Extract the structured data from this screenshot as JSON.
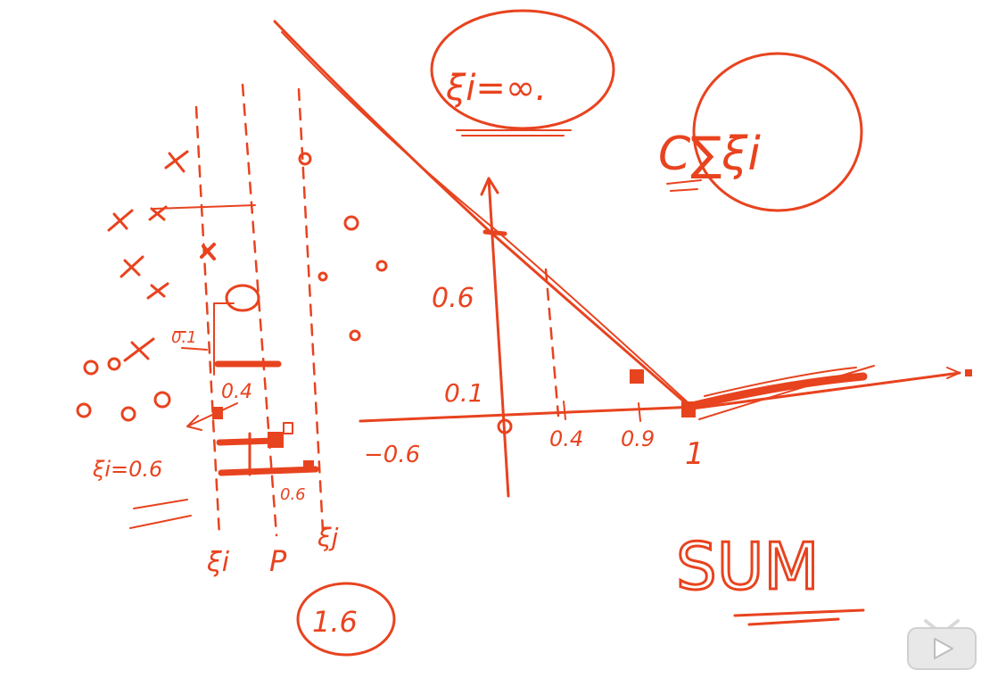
{
  "ink_color": "#e8431f",
  "background": "#ffffff",
  "labels": {
    "xi_infinity": "ξi=∞.",
    "sum_formula": "C∑ξi",
    "sum_word": "SUM",
    "graph_y_06": "0.6",
    "graph_y_01": "0.1",
    "graph_x_neg": "−0.6",
    "graph_x_04": "0.4",
    "graph_x_09": "0.9",
    "graph_x_1": "1",
    "band_neg": "ξi",
    "band_mid": "P",
    "band_pos": "ξj",
    "circled": "1.6",
    "val_04": "0.4",
    "val_06": "0.6",
    "val_01": "0.1",
    "xi_eq": "ξi=0.6"
  },
  "icons": {
    "player": "play-button-icon"
  }
}
